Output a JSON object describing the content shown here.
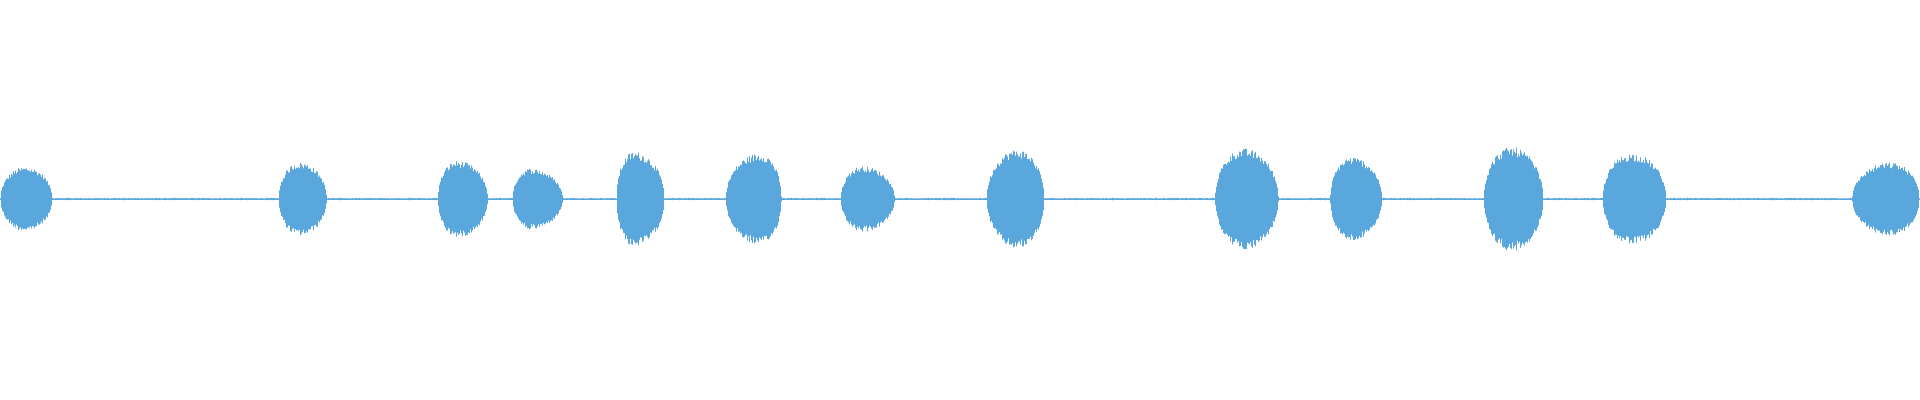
{
  "waveform": {
    "color": "#5aa7de",
    "background": "#ffffff",
    "bursts": [
      {
        "start": 0.0,
        "peak": 0.013,
        "end": 0.027,
        "amplitude": 0.42
      },
      {
        "start": 0.145,
        "peak": 0.156,
        "end": 0.17,
        "amplitude": 0.48
      },
      {
        "start": 0.228,
        "peak": 0.238,
        "end": 0.254,
        "amplitude": 0.5
      },
      {
        "start": 0.267,
        "peak": 0.276,
        "end": 0.293,
        "amplitude": 0.4
      },
      {
        "start": 0.321,
        "peak": 0.33,
        "end": 0.346,
        "amplitude": 0.62
      },
      {
        "start": 0.378,
        "peak": 0.396,
        "end": 0.407,
        "amplitude": 0.6
      },
      {
        "start": 0.438,
        "peak": 0.449,
        "end": 0.466,
        "amplitude": 0.43
      },
      {
        "start": 0.514,
        "peak": 0.53,
        "end": 0.544,
        "amplitude": 0.65
      },
      {
        "start": 0.633,
        "peak": 0.648,
        "end": 0.666,
        "amplitude": 0.66
      },
      {
        "start": 0.693,
        "peak": 0.704,
        "end": 0.72,
        "amplitude": 0.55
      },
      {
        "start": 0.773,
        "peak": 0.787,
        "end": 0.804,
        "amplitude": 0.68
      },
      {
        "start": 0.835,
        "peak": 0.85,
        "end": 0.868,
        "amplitude": 0.6
      },
      {
        "start": 0.965,
        "peak": 0.985,
        "end": 1.0,
        "amplitude": 0.48
      }
    ],
    "silence_level": 0.015,
    "burst_max_height_fraction": 0.13
  }
}
